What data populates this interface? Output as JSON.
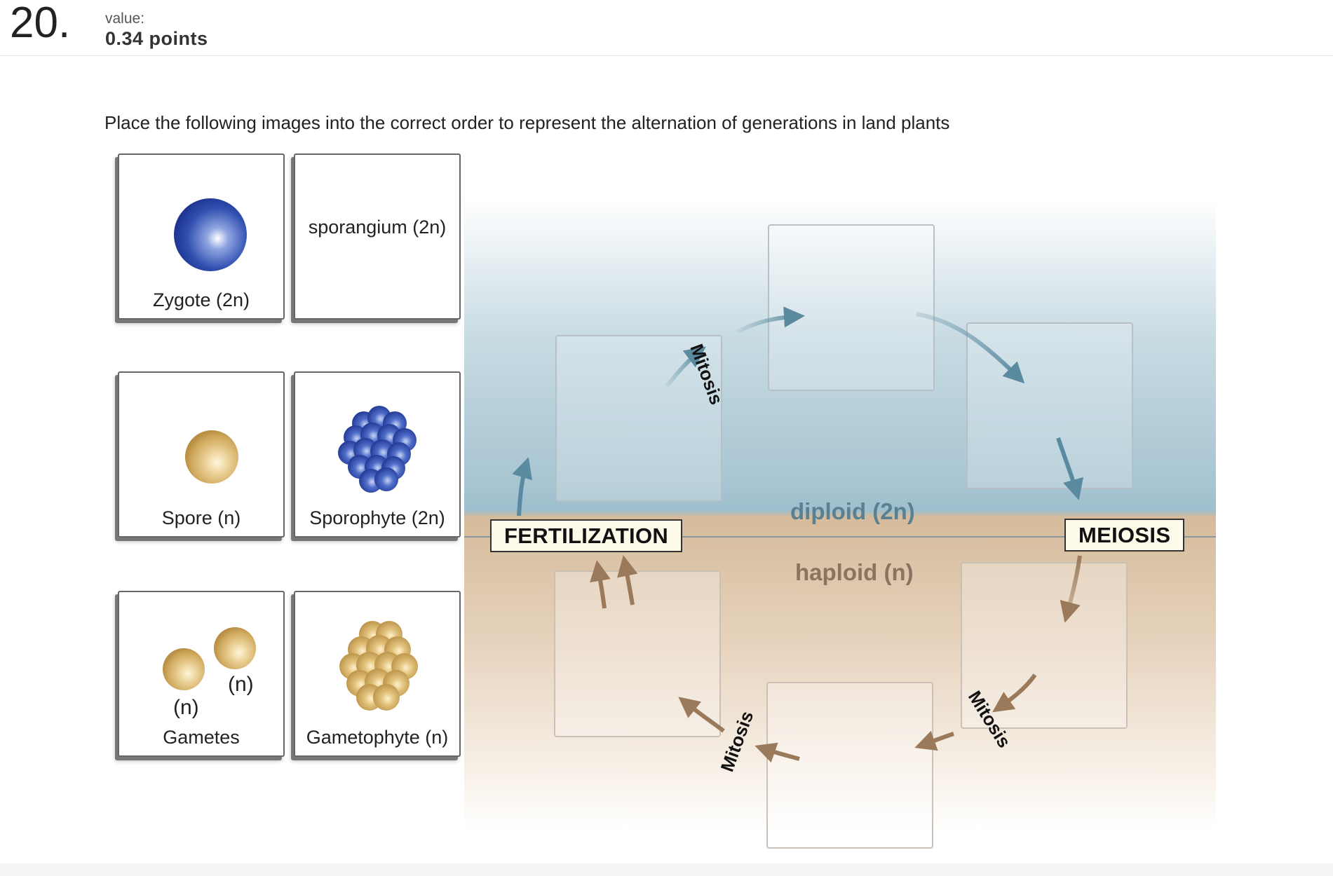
{
  "question": {
    "number": "20.",
    "value_label": "value:",
    "points": "0.34 points",
    "prompt": "Place the following images into the correct order to represent the alternation of generations in land plants"
  },
  "cards": [
    {
      "label": "Zygote (2n)",
      "icon": "zygote-sphere-icon",
      "color": "#2f4fb0"
    },
    {
      "label": "sporangium (2n)",
      "icon": null
    },
    {
      "label": "Spore (n)",
      "icon": "spore-sphere-icon",
      "color": "#d8b26a"
    },
    {
      "label": "Sporophyte (2n)",
      "icon": "sporophyte-cluster-icon",
      "color": "#2f4fb0"
    },
    {
      "label": "Gametes",
      "icon": "gametes-icon",
      "color": "#d8b26a",
      "sublabels": [
        "(n)",
        "(n)"
      ]
    },
    {
      "label": "Gametophyte (n)",
      "icon": "gametophyte-cluster-icon",
      "color": "#d8b26a"
    }
  ],
  "diagram": {
    "fertilization": "FERTILIZATION",
    "meiosis": "MEIOSIS",
    "diploid": "diploid (2n)",
    "haploid": "haploid (n)",
    "mitosis_labels": [
      "Mitosis",
      "Mitosis",
      "Mitosis"
    ],
    "colors": {
      "diploid_arrow": "#5a8aa0",
      "haploid_arrow": "#9a7a5a",
      "diploid_text": "#5a8192",
      "haploid_text": "#8a7460"
    }
  }
}
